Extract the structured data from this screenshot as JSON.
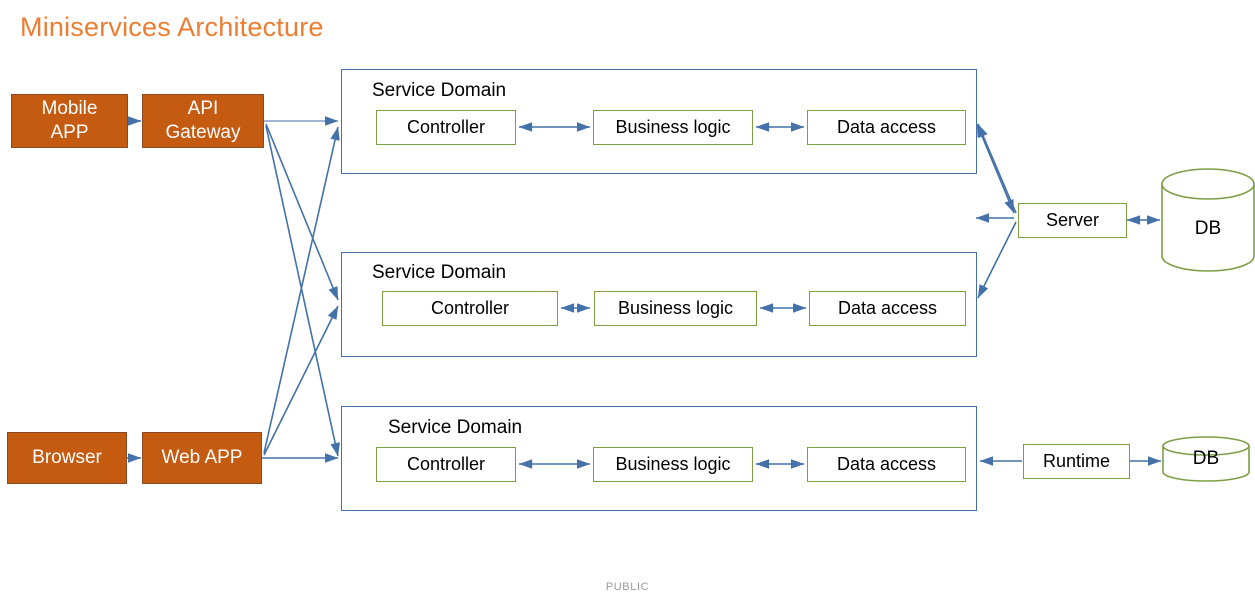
{
  "page": {
    "title": "Miniservices Architecture",
    "footer": "PUBLIC"
  },
  "colors": {
    "title_orange": "#ED7D31",
    "client_box_fill": "#C55A11",
    "client_box_text": "#FFFFFF",
    "domain_border_blue": "#4472A8",
    "inner_border_green": "#7E9E43",
    "arrow_blue": "#4472A8",
    "footer_gray": "#9A9A9A"
  },
  "clients": [
    {
      "label": "Mobile\nAPP",
      "line1": "Mobile",
      "line2": "APP"
    },
    {
      "label": "API\nGateway",
      "line1": "API",
      "line2": "Gateway"
    },
    {
      "label": "Browser",
      "line1": "Browser",
      "line2": ""
    },
    {
      "label": "Web APP",
      "line1": "Web APP",
      "line2": ""
    }
  ],
  "service_domains": [
    {
      "title": "Service Domain",
      "components": [
        {
          "label": "Controller"
        },
        {
          "label": "Business logic"
        },
        {
          "label": "Data access"
        }
      ]
    },
    {
      "title": "Service Domain",
      "components": [
        {
          "label": "Controller"
        },
        {
          "label": "Business logic"
        },
        {
          "label": "Data access"
        }
      ]
    },
    {
      "title": "Service Domain",
      "components": [
        {
          "label": "Controller"
        },
        {
          "label": "Business logic"
        },
        {
          "label": "Data access"
        }
      ]
    }
  ],
  "backend": {
    "server": {
      "label": "Server"
    },
    "server_db": {
      "label": "DB"
    },
    "runtime": {
      "label": "Runtime"
    },
    "runtime_db": {
      "label": "DB"
    }
  }
}
